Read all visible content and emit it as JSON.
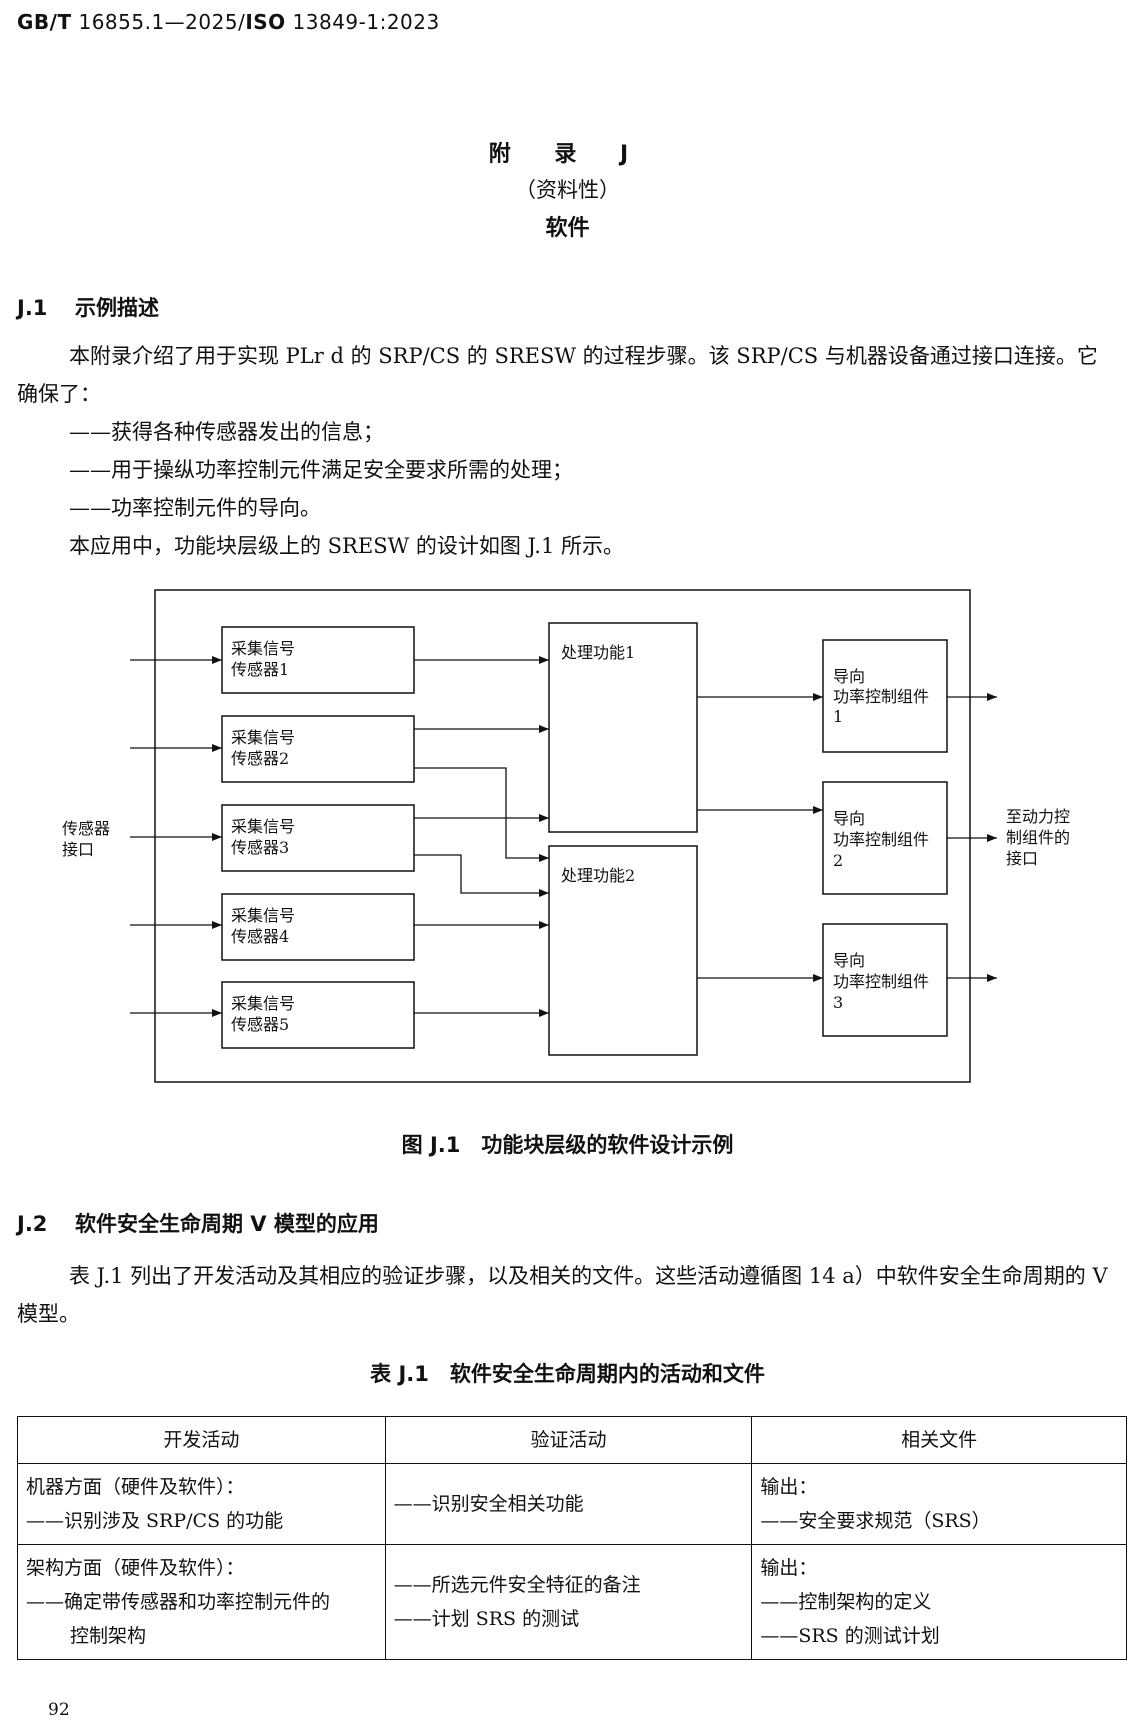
{
  "header": {
    "std": "GB/T",
    "rest": " 16855.1—2025/",
    "iso": "ISO",
    "iso_rest": " 13849-1:2023"
  },
  "appendix": {
    "label": "附 录 J",
    "type": "（资料性）",
    "title": "软件"
  },
  "sections": [
    {
      "num": "J.1",
      "title": "示例描述"
    },
    {
      "num": "J.2",
      "title": "软件安全生命周期 V 模型的应用"
    }
  ],
  "j1_paragraphs": [
    "本附录介绍了用于实现 PLr d 的 SRP/CS 的 SRESW 的过程步骤。该 SRP/CS 与机器设备通过接口连接。它确保了：",
    "——获得各种传感器发出的信息；",
    "——用于操纵功率控制元件满足安全要求所需的处理；",
    "——功率控制元件的导向。",
    "本应用中，功能块层级上的 SRESW 的设计如图 J.1 所示。"
  ],
  "diagram": {
    "sensor_interface": [
      "传感器",
      "接口"
    ],
    "sensors": [
      [
        "采集信号",
        "传感器1"
      ],
      [
        "采集信号",
        "传感器2"
      ],
      [
        "采集信号",
        "传感器3"
      ],
      [
        "采集信号",
        "传感器4"
      ],
      [
        "采集信号",
        "传感器5"
      ]
    ],
    "processing": [
      "处理功能1",
      "处理功能2"
    ],
    "guides": [
      [
        "导向",
        "功率控制组件",
        "1"
      ],
      [
        "导向",
        "功率控制组件",
        "2"
      ],
      [
        "导向",
        "功率控制组件",
        "3"
      ]
    ],
    "output_interface": [
      "至动力控",
      "制组件的",
      "接口"
    ]
  },
  "figure_caption": "图 J.1　功能块层级的软件设计示例",
  "j2_paragraph": "表 J.1 列出了开发活动及其相应的验证步骤，以及相关的文件。这些活动遵循图 14 a）中软件安全生命周期的 V 模型。",
  "table_caption": "表 J.1　软件安全生命周期内的活动和文件",
  "table": {
    "headers": [
      "开发活动",
      "验证活动",
      "相关文件"
    ],
    "rows": [
      {
        "dev": [
          "机器方面（硬件及软件）：",
          "——识别涉及 SRP/CS 的功能"
        ],
        "ver": [
          "——识别安全相关功能"
        ],
        "doc": [
          "输出：",
          "——安全要求规范（SRS）"
        ]
      },
      {
        "dev": [
          "架构方面（硬件及软件）：",
          "——确定带传感器和功率控制元件的",
          "控制架构"
        ],
        "ver": [
          "——所选元件安全特征的备注",
          "——计划 SRS 的测试"
        ],
        "doc": [
          "输出：",
          "——控制架构的定义",
          "——SRS 的测试计划"
        ]
      }
    ]
  },
  "page_number": "92"
}
